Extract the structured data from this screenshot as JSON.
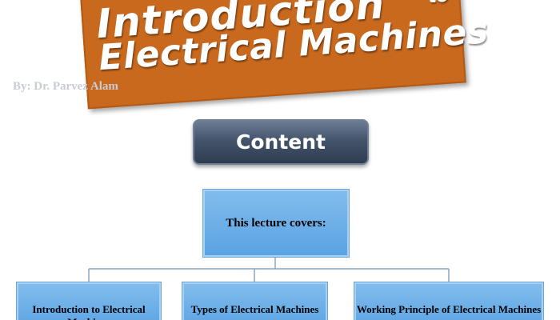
{
  "title": {
    "line1": "Introduction",
    "to": "to",
    "line2": "Electrical Machines"
  },
  "author": "By: Dr. Parvez Alam",
  "content_label": "Content",
  "diagram": {
    "root": "This lecture covers:",
    "children": [
      "Introduction to Electrical Machines",
      "Types of Electrical Machines",
      "Working Principle of Electrical Machines"
    ]
  },
  "colors": {
    "banner": "#c8691e",
    "content_box": "#44546b",
    "node_fill": "#5aa3e3",
    "connector": "#8aa6bd"
  }
}
